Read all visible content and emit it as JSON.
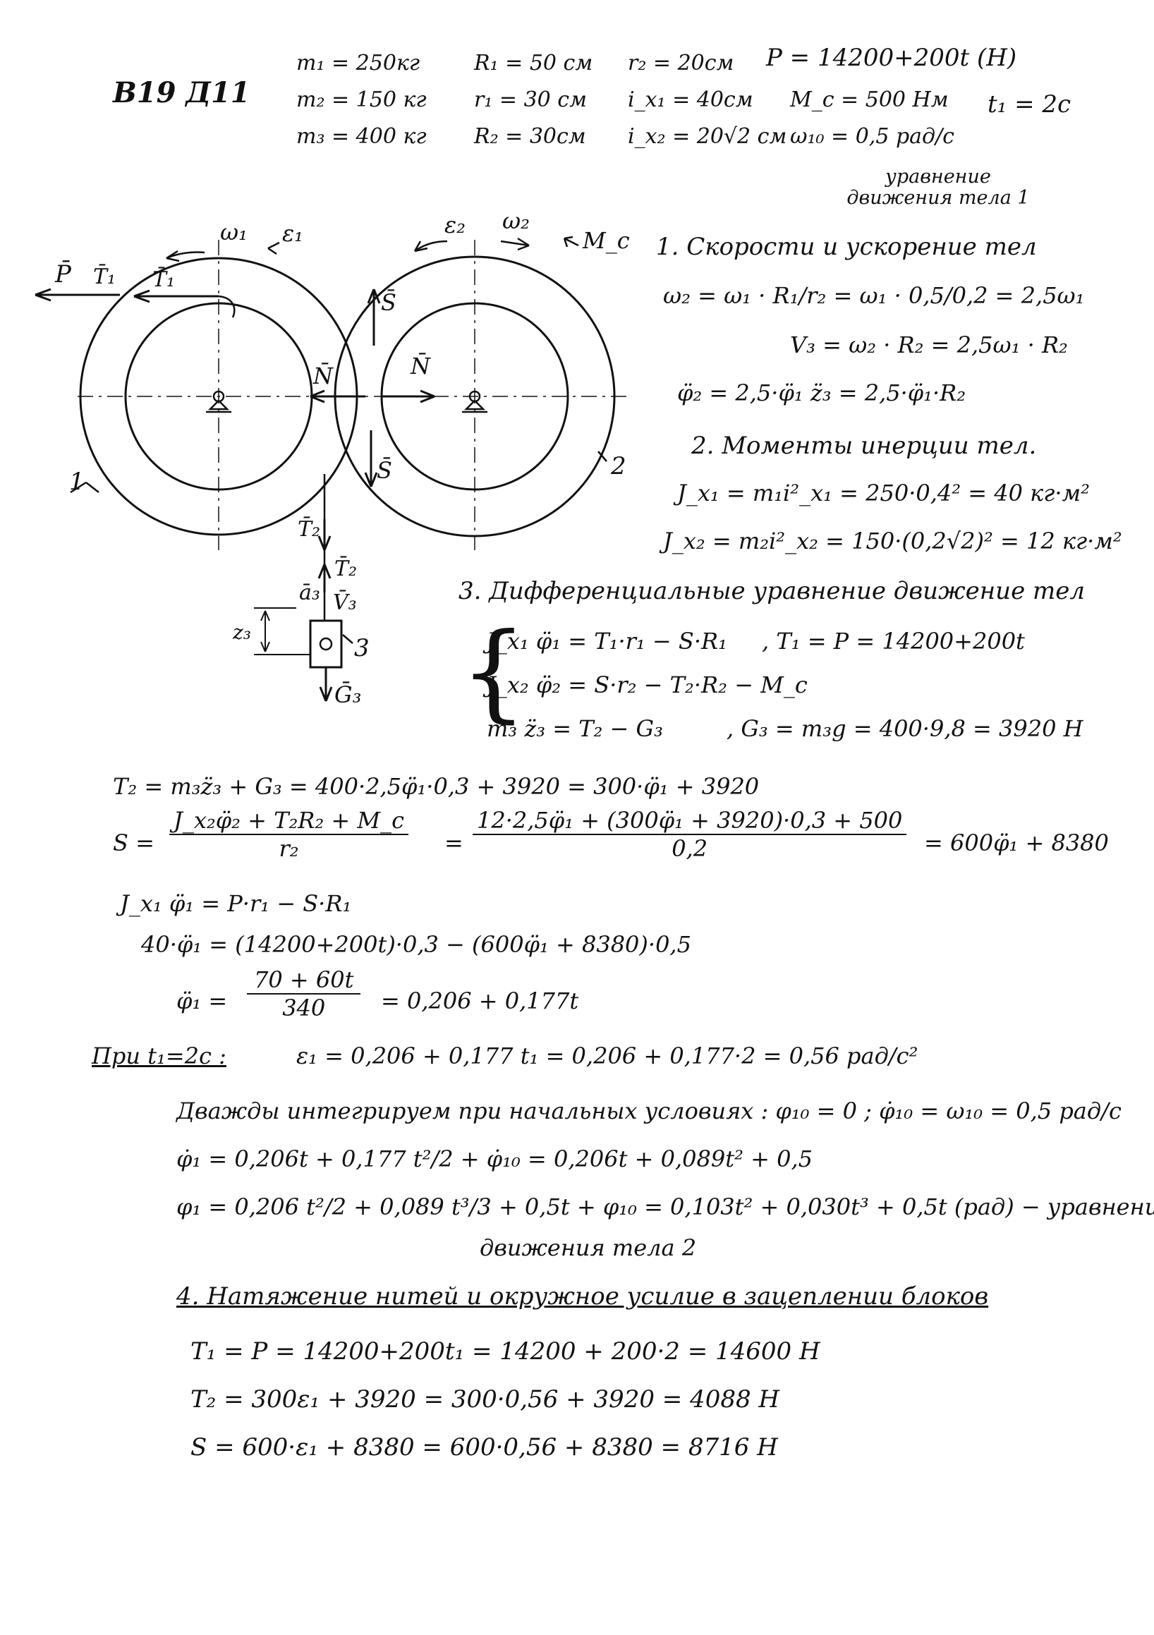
{
  "header": {
    "variant": "В19 Д11"
  },
  "given": {
    "col1": [
      "m₁ = 250кг",
      "m₂ = 150 кг",
      "m₃ = 400 кг"
    ],
    "col2": [
      "R₁ = 50 см",
      "r₁ = 30 см",
      "R₂ = 30см"
    ],
    "col3": [
      "r₂ = 20см",
      "i_x₁ = 40см",
      "i_x₂ = 20√2 см"
    ],
    "col4": [
      "P = 14200+200t (Н)",
      "M_c = 500 Нм",
      "ω₁₀ = 0,5 рад/с"
    ],
    "time": "t₁ = 2с",
    "task_note": "уравнение движения тела 1"
  },
  "diagram": {
    "labels": {
      "P": "P̄",
      "T1a": "T̄₁",
      "T1b": "T̄₁",
      "w1": "ω₁",
      "e1": "ε₁",
      "w2": "ω₂",
      "e2": "ε₂",
      "Mc": "M_c",
      "S_up": "S̄",
      "S_down": "S̄",
      "N_left": "N̄",
      "N_right": "N̄",
      "body1": "1",
      "body2": "2",
      "T2_up": "T̄₂",
      "T2_down": "T̄₂",
      "a3": "ā₃",
      "V3": "V̄₃",
      "G3": "Ḡ₃",
      "z3": "z₃",
      "body3": "3"
    }
  },
  "sections": {
    "s1_title": "1. Скорости и ускорение тел",
    "s1_eq1": "ω₂ = ω₁ · R₁/r₂ = ω₁ · 0,5/0,2 = 2,5ω₁",
    "s1_eq2": "V₃ = ω₂ · R₂ = 2,5ω₁ · R₂",
    "s1_eq3": "φ̈₂ = 2,5·φ̈₁     z̈₃ = 2,5·φ̈₁·R₂",
    "s2_title": "2. Моменты инерции тел.",
    "s2_eq1": "J_x₁ = m₁i²_x₁ = 250·0,4² = 40 кг·м²",
    "s2_eq2": "J_x₂ = m₂i²_x₂ = 150·(0,2√2)² = 12 кг·м²",
    "s3_title": "3. Дифференциальные уравнение движение тел",
    "s3_sys1": "J_x₁ φ̈₁ = T₁·r₁ − S·R₁",
    "s3_sys1_note": ",  T₁ = P = 14200+200t",
    "s3_sys2": "J_x₂ φ̈₂ = S·r₂ − T₂·R₂ − M_c",
    "s3_sys3": "m₃ z̈₃ = T₂ − G₃",
    "s3_sys3_note": ",    G₃ = m₃g = 400·9,8 = 3920 Н"
  },
  "solution": {
    "l1": "T₂ = m₃z̈₃ + G₃ = 400·2,5φ̈₁·0,3 + 3920 = 300·φ̈₁ + 3920",
    "l2_lhs": "S =",
    "l2_num1": "J_x₂φ̈₂ + T₂R₂ + M_c",
    "l2_den1": "r₂",
    "l2_mid": "=",
    "l2_num2": "12·2,5φ̈₁ + (300φ̈₁ + 3920)·0,3 + 500",
    "l2_den2": "0,2",
    "l2_rhs": "= 600φ̈₁ + 8380",
    "l3": "J_x₁ φ̈₁ = P·r₁ − S·R₁",
    "l4": "40·φ̈₁ = (14200+200t)·0,3 − (600φ̈₁ + 8380)·0,5",
    "l5_lhs": "φ̈₁ =",
    "l5_num": "70 + 60t",
    "l5_den": "340",
    "l5_rhs": "= 0,206 + 0,177t",
    "l6_label": "При t₁=2с :",
    "l6": "ε₁ = 0,206 + 0,177 t₁ = 0,206 + 0,177·2 = 0,56 рад/с²",
    "l7": "Дважды интегрируем при начальных условиях :  φ₁₀ = 0 ;  φ̇₁₀ = ω₁₀ = 0,5 рад/с",
    "l8": "φ̇₁ = 0,206t + 0,177 t²/2 + φ̇₁₀ = 0,206t + 0,089t² + 0,5",
    "l9": "φ₁ = 0,206 t²/2 + 0,089 t³/3 + 0,5t + φ₁₀ = 0,103t² + 0,030t³ + 0,5t (рад) − уравнение",
    "l10": "движения тела 2",
    "s4_title": "4.   Натяжение нитей и окружное усилие в зацеплении блоков",
    "r1": "T₁ = P = 14200+200t₁ = 14200 + 200·2 = 14600 Н",
    "r2": "T₂ = 300ε₁ + 3920 = 300·0,56 + 3920 = 4088 Н",
    "r3": "S = 600·ε₁ + 8380 = 600·0,56 + 8380 = 8716 Н"
  }
}
